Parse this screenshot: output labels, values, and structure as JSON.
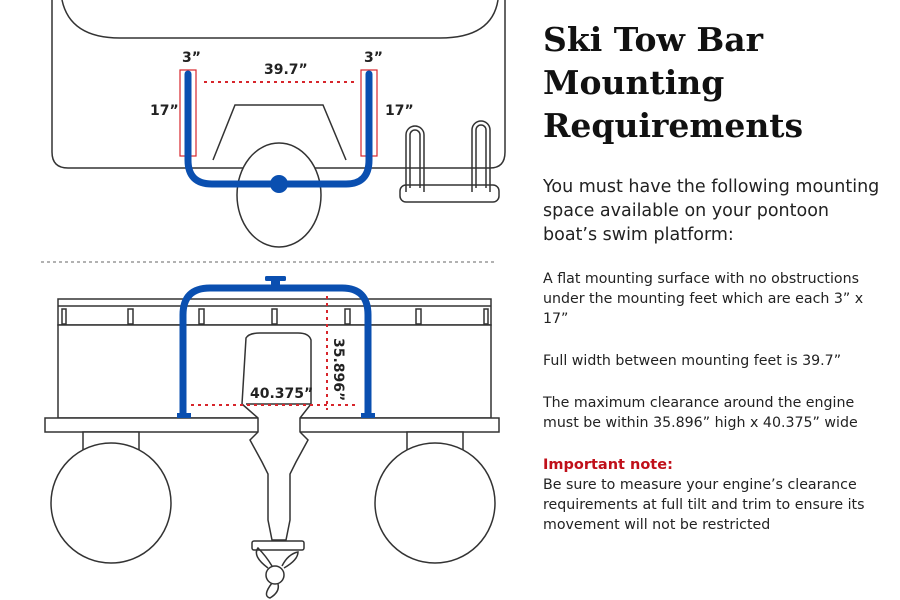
{
  "title_lines": [
    "Ski Tow Bar",
    "Mounting",
    "Requirements"
  ],
  "lead": "You must have the following mounting space available on your pontoon boat’s swim platform:",
  "requirements": [
    "A flat mounting surface with no obstructions under the mounting feet which are each 3” x 17”",
    "Full width between mounting feet is 39.7”",
    "The maximum clearance around the engine must be within 35.896” high x 40.375” wide"
  ],
  "note": {
    "heading": "Important note:",
    "body": "Be sure to measure your engine’s clearance requirements at full tilt and trim to ensure its movement will not be restricted"
  },
  "diagram_labels": {
    "foot_width_left": "3”",
    "foot_width_right": "3”",
    "feet_spacing": "39.7”",
    "foot_length_left": "17”",
    "foot_length_right": "17”",
    "clearance_height": "35.896”",
    "clearance_width": "40.375”"
  },
  "colors": {
    "tow_bar": "#0a4fb0",
    "dimension": "#d7262c",
    "outline": "#333333"
  }
}
